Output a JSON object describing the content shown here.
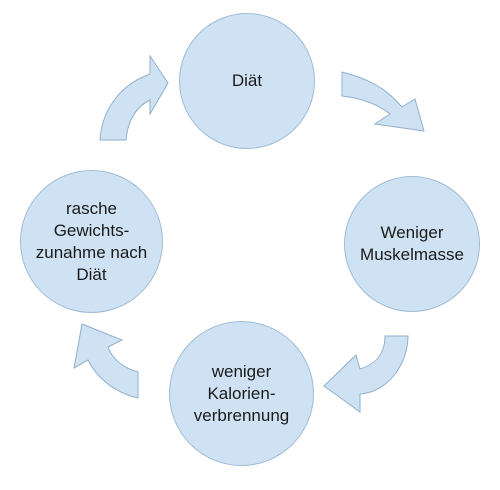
{
  "nodes": {
    "diaet": "Diät",
    "muskelmasse": "Weniger\nMuskelmasse",
    "kalorien": "weniger\nKalorien-\nverbrennung",
    "zunahme": "rasche\nGewichts-\nzunahme nach\nDiät"
  },
  "colors": {
    "node_fill": "#cfe2f3",
    "node_border": "#9fbcd6",
    "arrow_fill": "#cfe2f3",
    "arrow_stroke": "#8fb0cc",
    "text": "#1a1a1a"
  },
  "arrows": [
    {
      "from": "diaet",
      "to": "muskelmasse",
      "icon": "curved-arrow-icon"
    },
    {
      "from": "muskelmasse",
      "to": "kalorien",
      "icon": "curved-arrow-icon"
    },
    {
      "from": "kalorien",
      "to": "zunahme",
      "icon": "curved-arrow-icon"
    },
    {
      "from": "zunahme",
      "to": "diaet",
      "icon": "curved-arrow-icon"
    }
  ]
}
